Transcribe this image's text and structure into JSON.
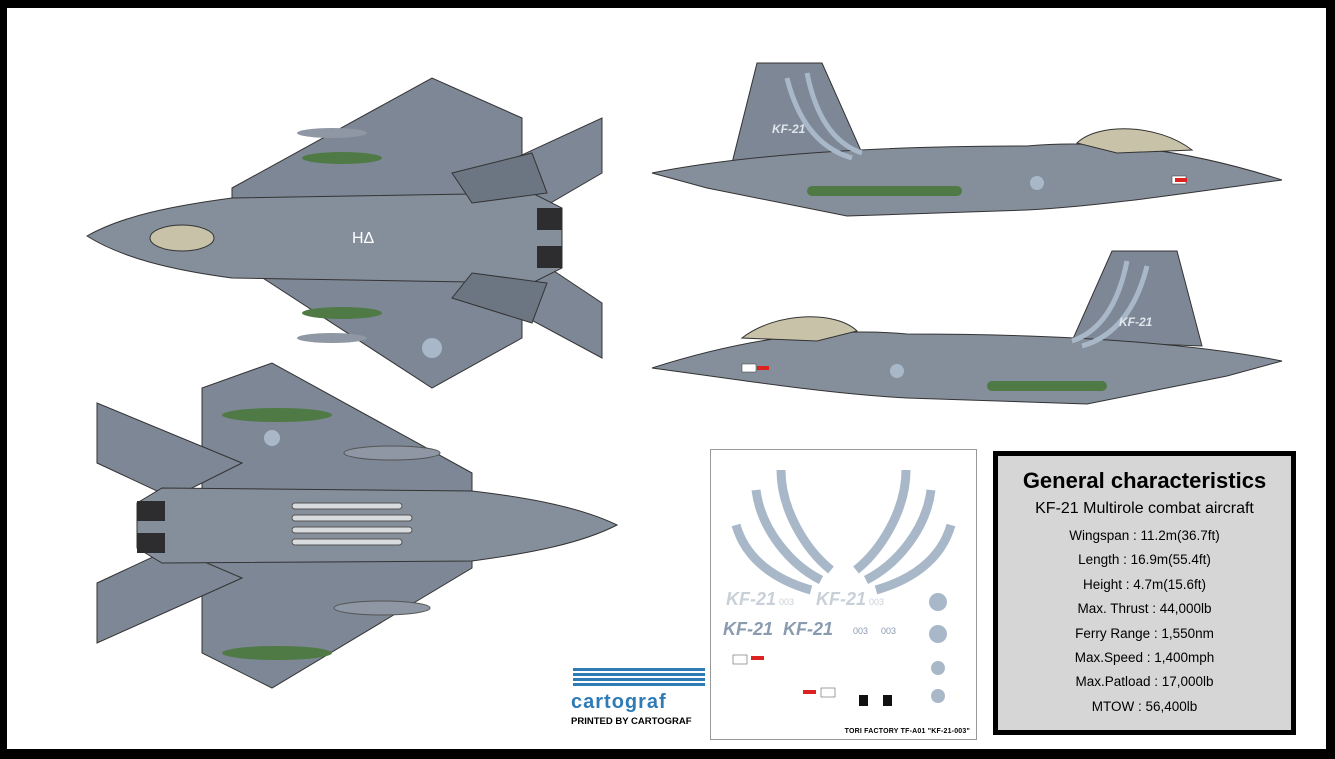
{
  "specs": {
    "title": "General characteristics",
    "subtitle": "KF-21 Multirole combat aircraft",
    "rows": [
      "Wingspan : 11.2m(36.7ft)",
      "Length : 16.9m(55.4ft)",
      "Height : 4.7m(15.6ft)",
      "Max. Thrust : 44,000lb",
      "Ferry Range : 1,550nm",
      "Max.Speed : 1,400mph",
      "Max.Patload : 17,000lb",
      "MTOW : 56,400lb"
    ]
  },
  "decals": {
    "footer": "TORI FACTORY  TF-A01 \"KF-21-003\"",
    "logo_text": "KF-21",
    "serial": "003"
  },
  "logo": {
    "name": "cartograf",
    "printed_by": "PRINTED BY CARTOGRAF"
  },
  "colors": {
    "airframe": "#7d8795",
    "airframe_dark": "#5f6874",
    "missile": "#4f7a45",
    "canopy": "#c8c2a8",
    "nozzle": "#2d2d2f",
    "chevron": "#a9b8c8",
    "cartograf_blue": "#2e7bb6"
  }
}
